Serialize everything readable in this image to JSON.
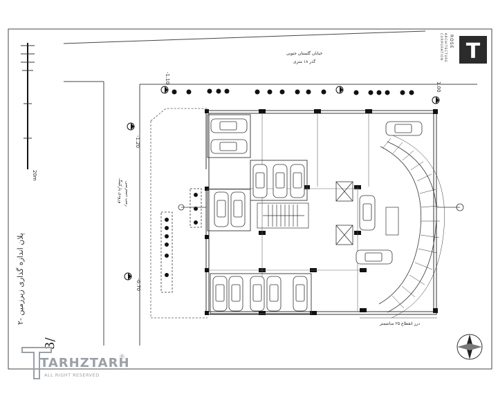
{
  "drawing": {
    "street_name": "خیابان گلستان جنوبی",
    "street_subtitle": "گذر ۱۸ متری",
    "side_caption": "پلان اندازه گذاری زیرزمین -۲",
    "scale_caption": "درز انقطاع ۲۵ سانتیمتر",
    "access_label": "ورودی پارکینگ",
    "access_label2": "رمپ دسترسی",
    "sheet_number": "3/",
    "elevations": [
      "-1.10",
      "-1.20",
      "-0.70",
      "1.00"
    ],
    "scale_bar_label": "20m"
  },
  "logo": {
    "letter": "T",
    "name_line1": "ROSE",
    "name_line2": "ARCHITECTURE",
    "name_line3": "CORPORATION"
  },
  "watermark": {
    "brand": "TARHZTARH",
    "rights": "ALL RIGHT RESERVED",
    "mark": "®"
  },
  "icons": {
    "north_arrow": "compass-north-icon",
    "elevation_marker": "elevation-marker-icon"
  },
  "colors": {
    "line": "#333333",
    "watermark": "#9aa0a6"
  }
}
